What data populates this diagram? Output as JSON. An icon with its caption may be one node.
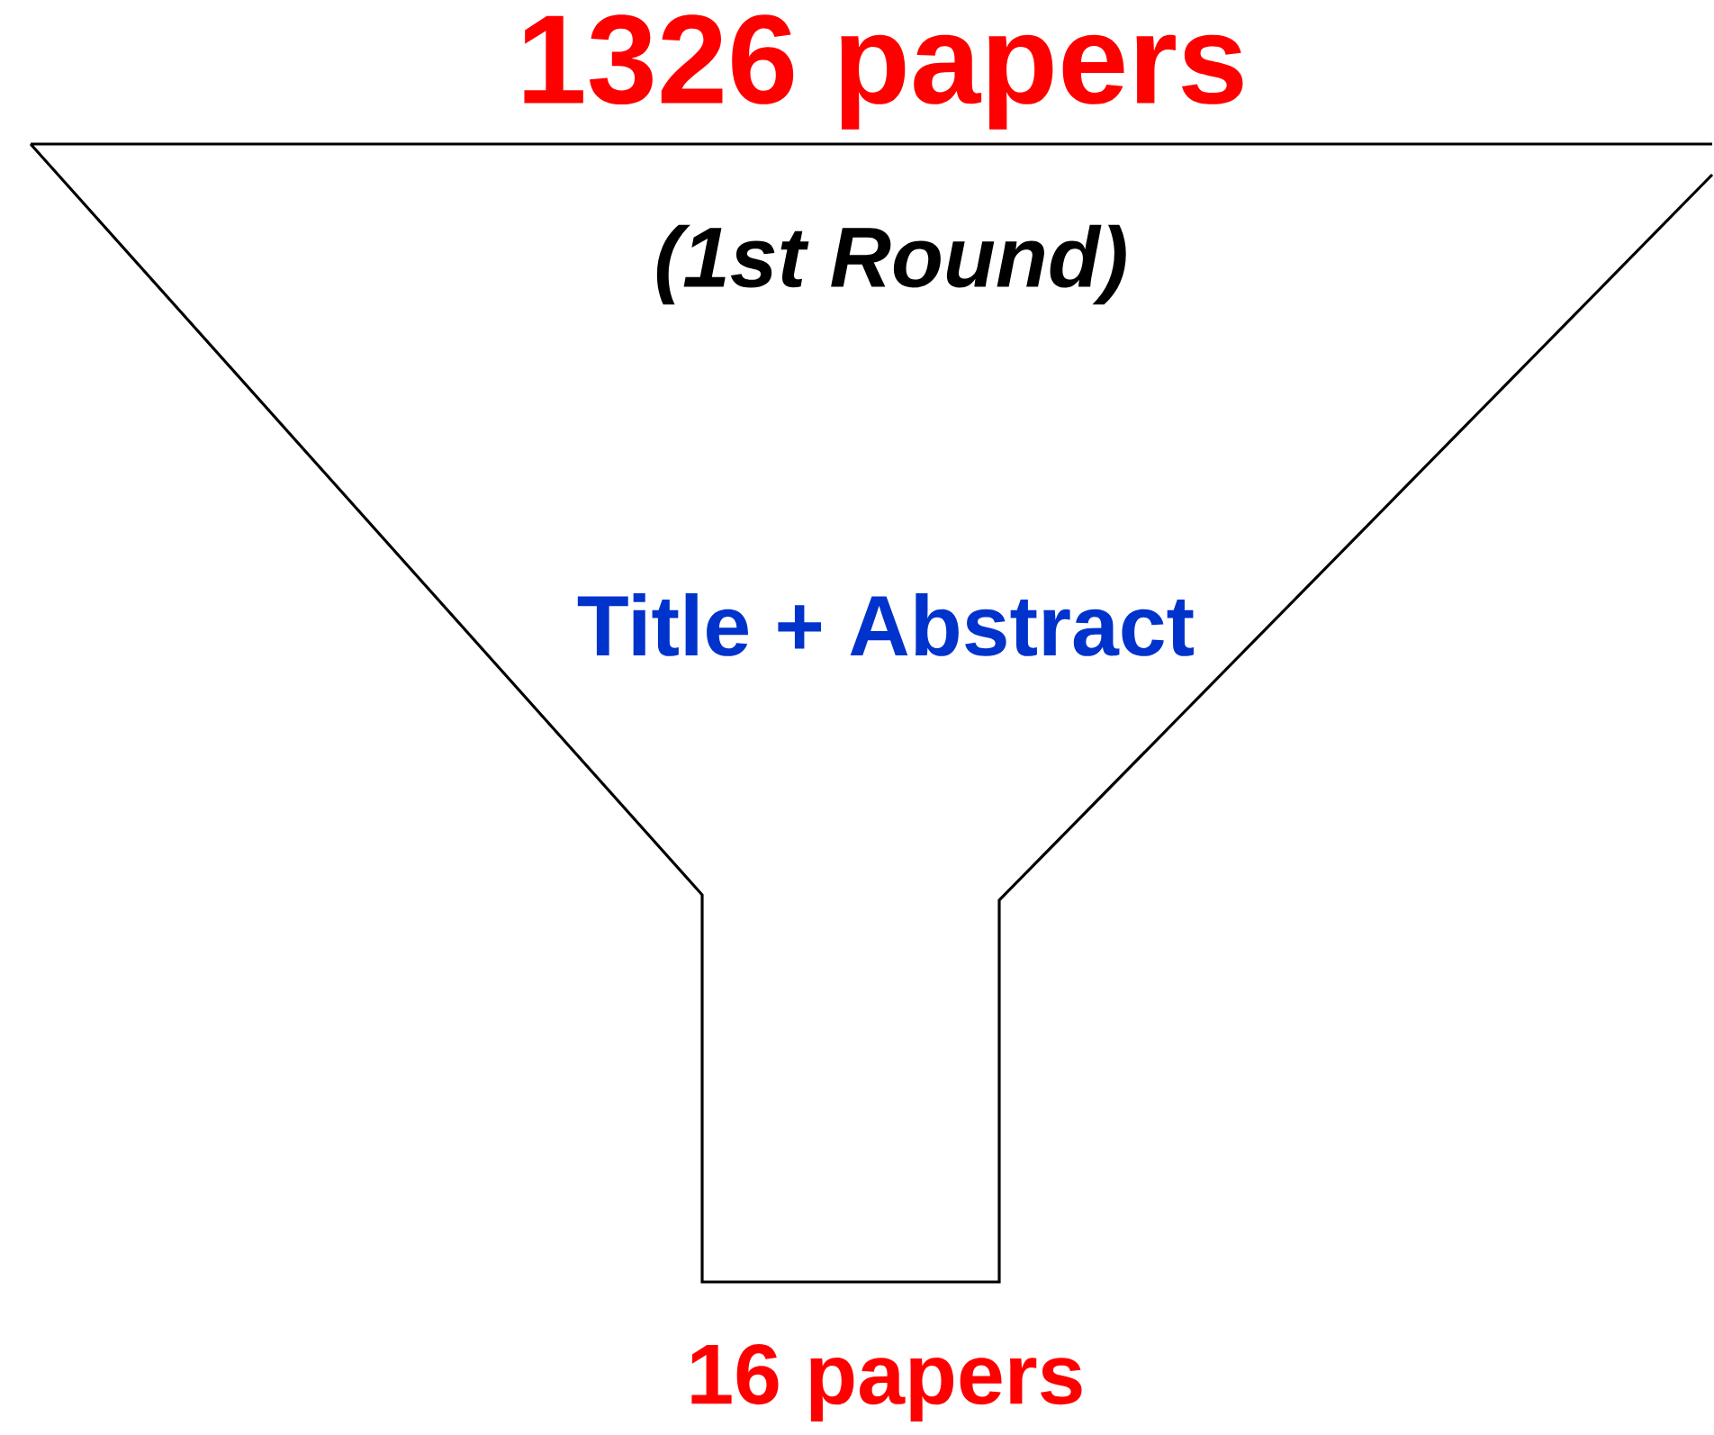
{
  "diagram": {
    "nodes": [
      {
        "text": [
          "1326 papers",
          "(1st Round)",
          "Title + Abstract"
        ],
        "beside": [
          "16 papers"
        ]
      }
    ]
  }
}
